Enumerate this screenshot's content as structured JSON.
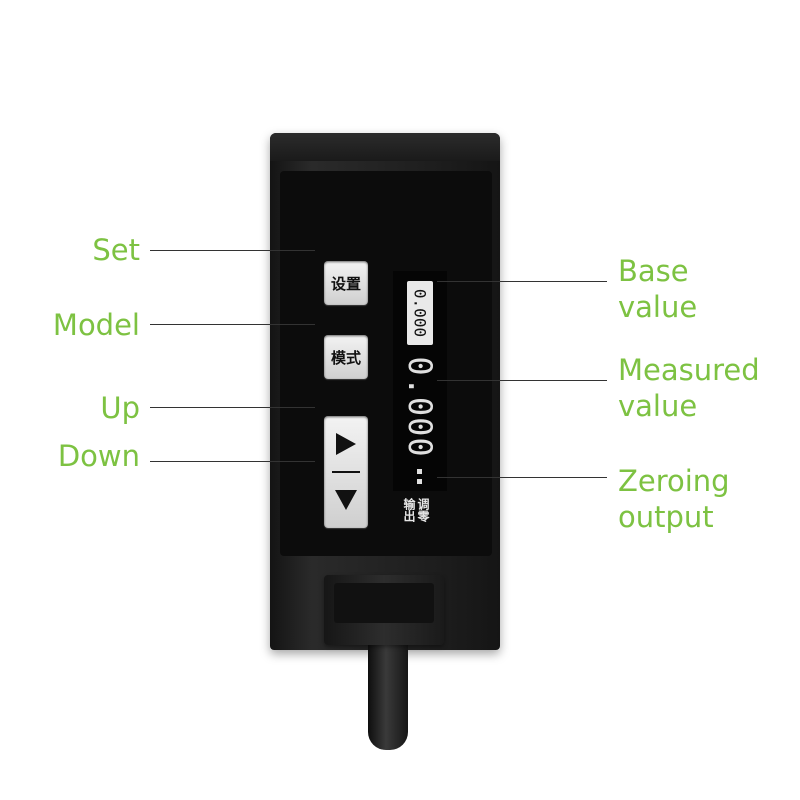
{
  "device": {
    "buttons": {
      "set_label": "设置",
      "model_label": "模式"
    },
    "display": {
      "base_value": "0.000",
      "measured_value": "0.000"
    },
    "zeroing_output_label": [
      "调零",
      "输出"
    ]
  },
  "callouts": {
    "set": "Set",
    "model": "Model",
    "up": "Up",
    "down": "Down",
    "base_value": [
      "Base",
      "value"
    ],
    "measured_value": [
      "Measured",
      "value"
    ],
    "zeroing_output": [
      "Zeroing",
      "output"
    ]
  },
  "colors": {
    "label_green": "#7dc242",
    "device_body": "#1e1e1e",
    "button_face": "#e5e5e5"
  },
  "icons": {
    "up": "triangle-right-icon",
    "down": "triangle-down-icon"
  }
}
